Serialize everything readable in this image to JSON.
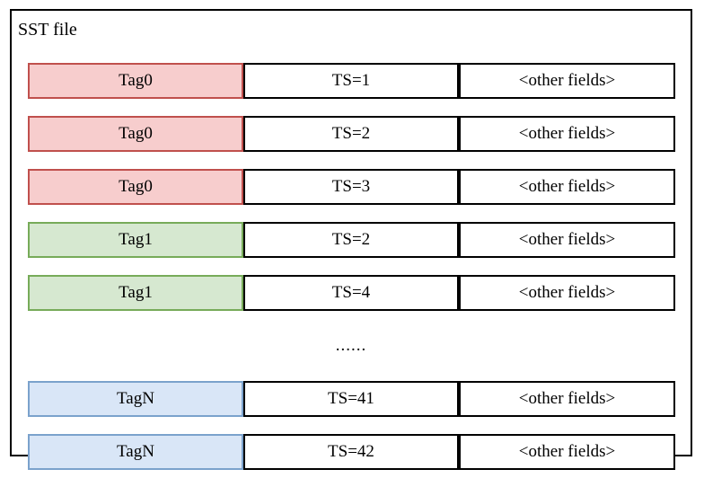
{
  "diagram": {
    "title": "SST file",
    "colors": {
      "tag0_fill": "#f7cdcd",
      "tag0_border": "#c0504d",
      "tag1_fill": "#d6e8d0",
      "tag1_border": "#77ab59",
      "tagN_fill": "#d9e6f7",
      "tagN_border": "#7ba2cc",
      "frame_border": "#000000",
      "cell_border": "#000000",
      "background": "#ffffff"
    },
    "rows": [
      {
        "tag": "Tag0",
        "ts": "TS=1",
        "other": "<other fields>",
        "group": "pink"
      },
      {
        "tag": "Tag0",
        "ts": "TS=2",
        "other": "<other fields>",
        "group": "pink"
      },
      {
        "tag": "Tag0",
        "ts": "TS=3",
        "other": "<other fields>",
        "group": "pink"
      },
      {
        "tag": "Tag1",
        "ts": "TS=2",
        "other": "<other fields>",
        "group": "green"
      },
      {
        "tag": "Tag1",
        "ts": "TS=4",
        "other": "<other fields>",
        "group": "green"
      }
    ],
    "ellipsis": "......",
    "rows_after_ellipsis": [
      {
        "tag": "TagN",
        "ts": "TS=41",
        "other": "<other fields>",
        "group": "blue"
      },
      {
        "tag": "TagN",
        "ts": "TS=42",
        "other": "<other fields>",
        "group": "blue"
      }
    ]
  }
}
